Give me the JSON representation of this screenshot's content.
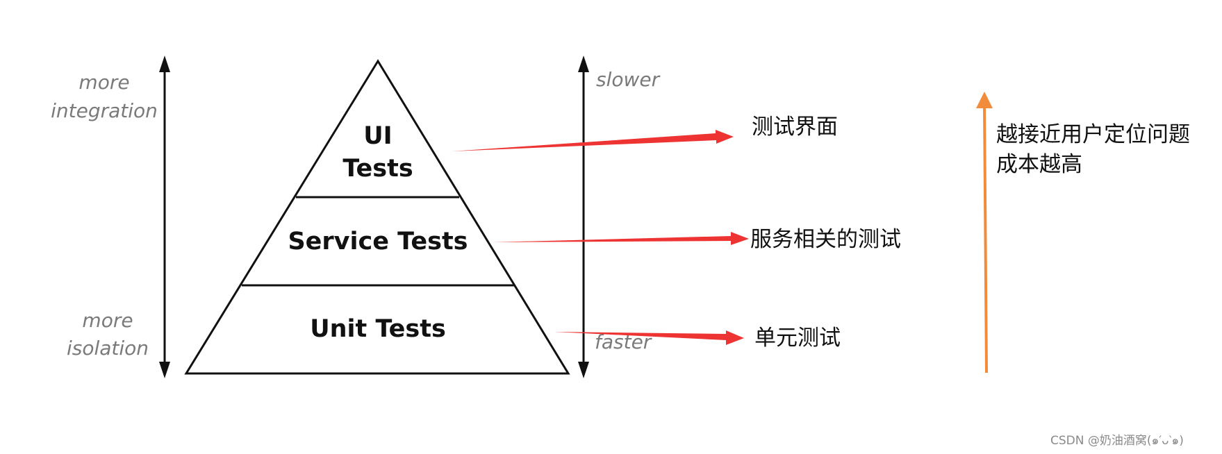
{
  "pyramid": {
    "left_axis": {
      "top_label_lines": [
        "more",
        "integration"
      ],
      "bottom_label_lines": [
        "more",
        "isolation"
      ]
    },
    "right_axis": {
      "top_label": "slower",
      "bottom_label": "faster"
    },
    "tiers": [
      {
        "lines": [
          "UI",
          "Tests"
        ]
      },
      {
        "lines": [
          "Service Tests"
        ]
      },
      {
        "lines": [
          "Unit Tests"
        ]
      }
    ]
  },
  "annotations": {
    "ui": "测试界面",
    "service": "服务相关的测试",
    "unit": "单元测试",
    "note_lines": [
      "越接近用户定位问题",
      "成本越高"
    ]
  },
  "colors": {
    "red_arrow": "#ee3333",
    "orange_arrow": "#f08c3c",
    "line": "#111111"
  },
  "watermark": "CSDN @奶油酒窝(๑′ᴗ‵๑)"
}
